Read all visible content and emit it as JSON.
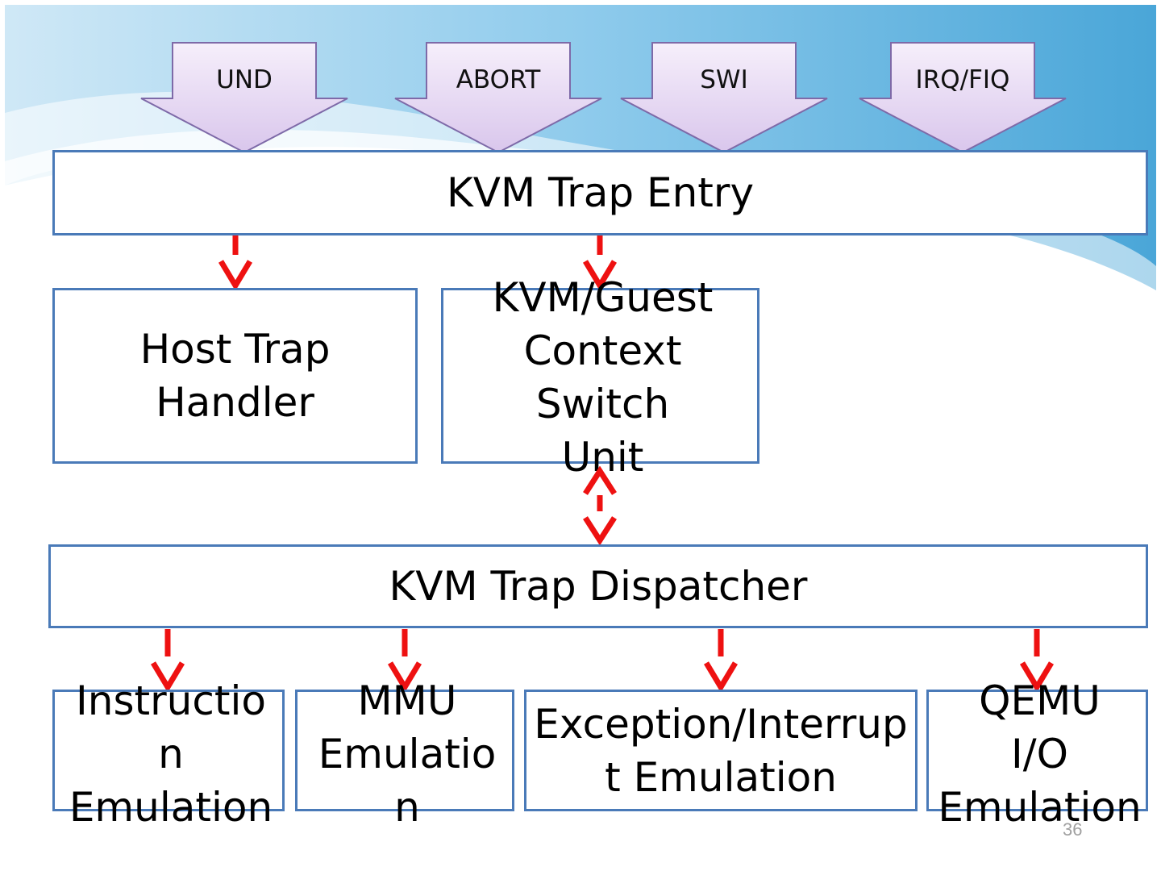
{
  "traps": [
    {
      "label": "UND"
    },
    {
      "label": "ABORT"
    },
    {
      "label": "SWI"
    },
    {
      "label": "IRQ/FIQ"
    }
  ],
  "trap_entry": "KVM Trap Entry",
  "host_handler": "Host Trap\nHandler",
  "context_switch": "KVM/Guest\nContext\nSwitch\nUnit",
  "dispatcher": "KVM Trap Dispatcher",
  "emulations": [
    {
      "label": "Instructio\nn\nEmulation"
    },
    {
      "label": "MMU\nEmulatio\nn"
    },
    {
      "label": "Exception/Interrup\nt Emulation"
    },
    {
      "label": "QEMU\nI/O\nEmulation"
    }
  ],
  "page_number": "36",
  "colors": {
    "border": "#4a7ab8",
    "arrow": "#ee1111",
    "trap_fill": "#e6d8f2",
    "trap_edge": "#7e6aa8"
  }
}
